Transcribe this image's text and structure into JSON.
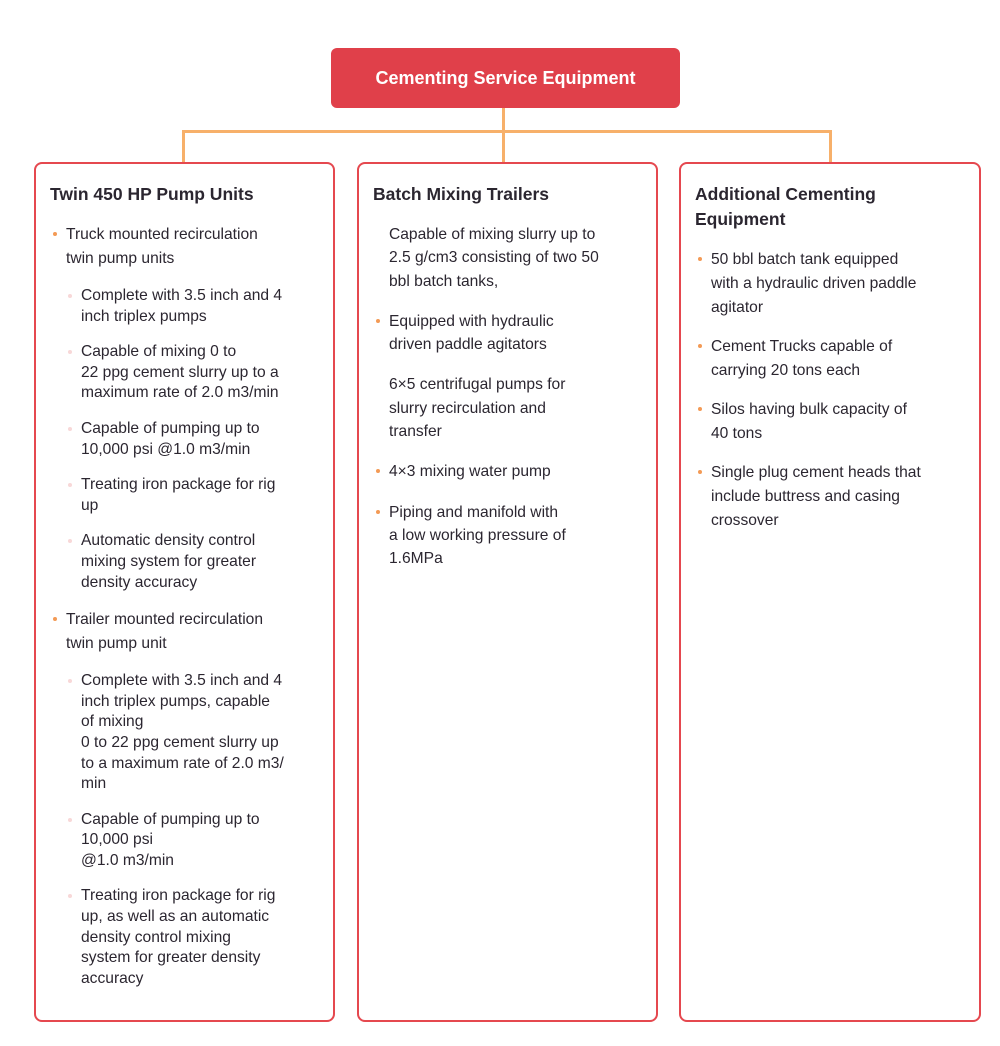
{
  "root": {
    "label": "Cementing Service Equipment"
  },
  "columns": [
    {
      "title": "Twin 450 HP Pump Units",
      "items": [
        {
          "level": 1,
          "bullet": true,
          "text": "Truck mounted recirculation\ntwin pump units"
        },
        {
          "level": 2,
          "bullet": true,
          "text": "Complete with 3.5 inch and 4\ninch triplex pumps"
        },
        {
          "level": 2,
          "bullet": true,
          "text": "Capable of mixing 0 to\n22 ppg cement slurry up to a\nmaximum rate of 2.0 m3/min"
        },
        {
          "level": 2,
          "bullet": true,
          "text": "Capable of pumping up to\n10,000 psi @1.0 m3/min"
        },
        {
          "level": 2,
          "bullet": true,
          "text": "Treating iron package for rig\nup"
        },
        {
          "level": 2,
          "bullet": true,
          "text": "Automatic density control\nmixing system for greater\ndensity accuracy"
        },
        {
          "level": 1,
          "bullet": true,
          "text": "Trailer mounted recirculation\ntwin pump unit"
        },
        {
          "level": 2,
          "bullet": true,
          "text": "Complete with 3.5 inch and 4\ninch triplex pumps, capable\nof mixing\n0 to 22 ppg cement slurry up\nto a maximum rate of 2.0 m3/\nmin"
        },
        {
          "level": 2,
          "bullet": true,
          "text": "Capable of pumping up to\n10,000 psi\n@1.0 m3/min"
        },
        {
          "level": 2,
          "bullet": true,
          "text": "Treating iron package for rig\nup, as well as an automatic\ndensity control mixing\nsystem for greater density\naccuracy"
        }
      ]
    },
    {
      "title": "Batch Mixing Trailers",
      "items": [
        {
          "level": 1,
          "bullet": false,
          "text": "Capable of mixing slurry up to\n2.5 g/cm3 consisting of two 50\nbbl batch tanks,"
        },
        {
          "level": 1,
          "bullet": true,
          "text": "Equipped with hydraulic\ndriven paddle agitators"
        },
        {
          "level": 1,
          "bullet": false,
          "text": "6×5 centrifugal pumps for\nslurry recirculation and\ntransfer"
        },
        {
          "level": 1,
          "bullet": true,
          "text": "4×3 mixing water pump"
        },
        {
          "level": 1,
          "bullet": true,
          "text": "Piping and manifold with\na low working pressure of\n1.6MPa"
        }
      ]
    },
    {
      "title": "Additional Cementing\nEquipment",
      "items": [
        {
          "level": 1,
          "bullet": true,
          "text": "50 bbl batch tank equipped\nwith a hydraulic driven paddle\nagitator"
        },
        {
          "level": 1,
          "bullet": true,
          "text": "Cement Trucks capable of\ncarrying 20 tons each"
        },
        {
          "level": 1,
          "bullet": true,
          "text": "Silos having bulk capacity of\n40 tons"
        },
        {
          "level": 1,
          "bullet": true,
          "text": "Single plug cement heads that\ninclude buttress and casing\ncrossover"
        }
      ]
    }
  ],
  "colors": {
    "root": "#e0404a",
    "border": "#e5484f",
    "connector": "#f7b06a",
    "bullet": "#f39a55"
  }
}
